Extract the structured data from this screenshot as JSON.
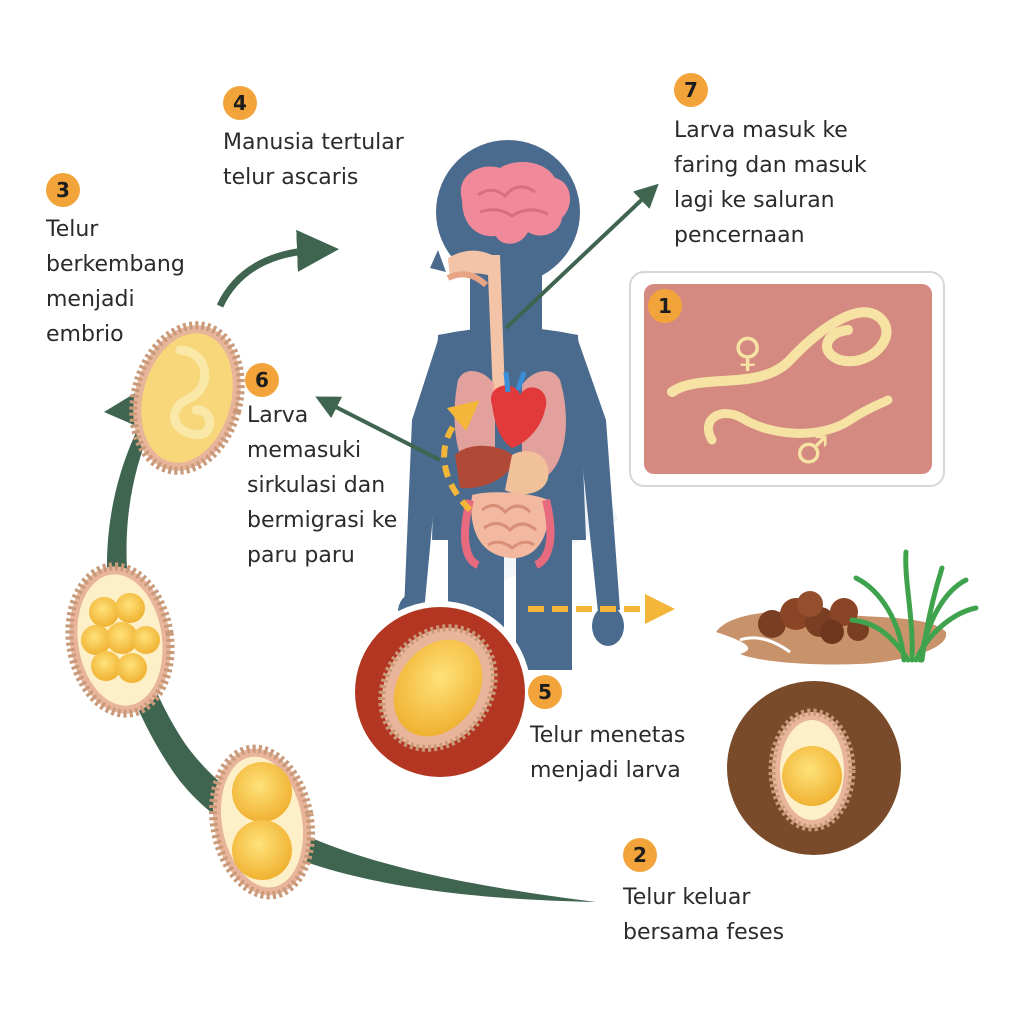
{
  "steps": [
    {
      "number": "1",
      "lines": []
    },
    {
      "number": "2",
      "lines": [
        "Telur keluar",
        "bersama feses"
      ]
    },
    {
      "number": "3",
      "lines": [
        "Telur",
        "berkembang",
        "menjadi",
        "embrio"
      ]
    },
    {
      "number": "4",
      "lines": [
        "Manusia tertular",
        "telur ascaris"
      ]
    },
    {
      "number": "5",
      "lines": [
        "Telur menetas",
        "menjadi larva"
      ]
    },
    {
      "number": "6",
      "lines": [
        "Larva",
        "memasuki",
        "sirkulasi dan",
        "bermigrasi ke",
        "paru paru"
      ]
    },
    {
      "number": "7",
      "lines": [
        "Larva masuk ke",
        "faring dan masuk",
        "lagi ke saluran",
        "pencernaan"
      ]
    }
  ],
  "worm_symbols": {
    "female": "♀",
    "male": "♂"
  },
  "colors": {
    "badge": "#f2a43a",
    "arrow_green": "#3f6450",
    "body_blue": "#4a6b8e",
    "worm_panel": "#d48a80",
    "worm": "#f6e3a4",
    "dashed_arrow": "#f4b638",
    "egg_yellow": "#f7c64a",
    "egg_shell": "#c99a7a"
  }
}
